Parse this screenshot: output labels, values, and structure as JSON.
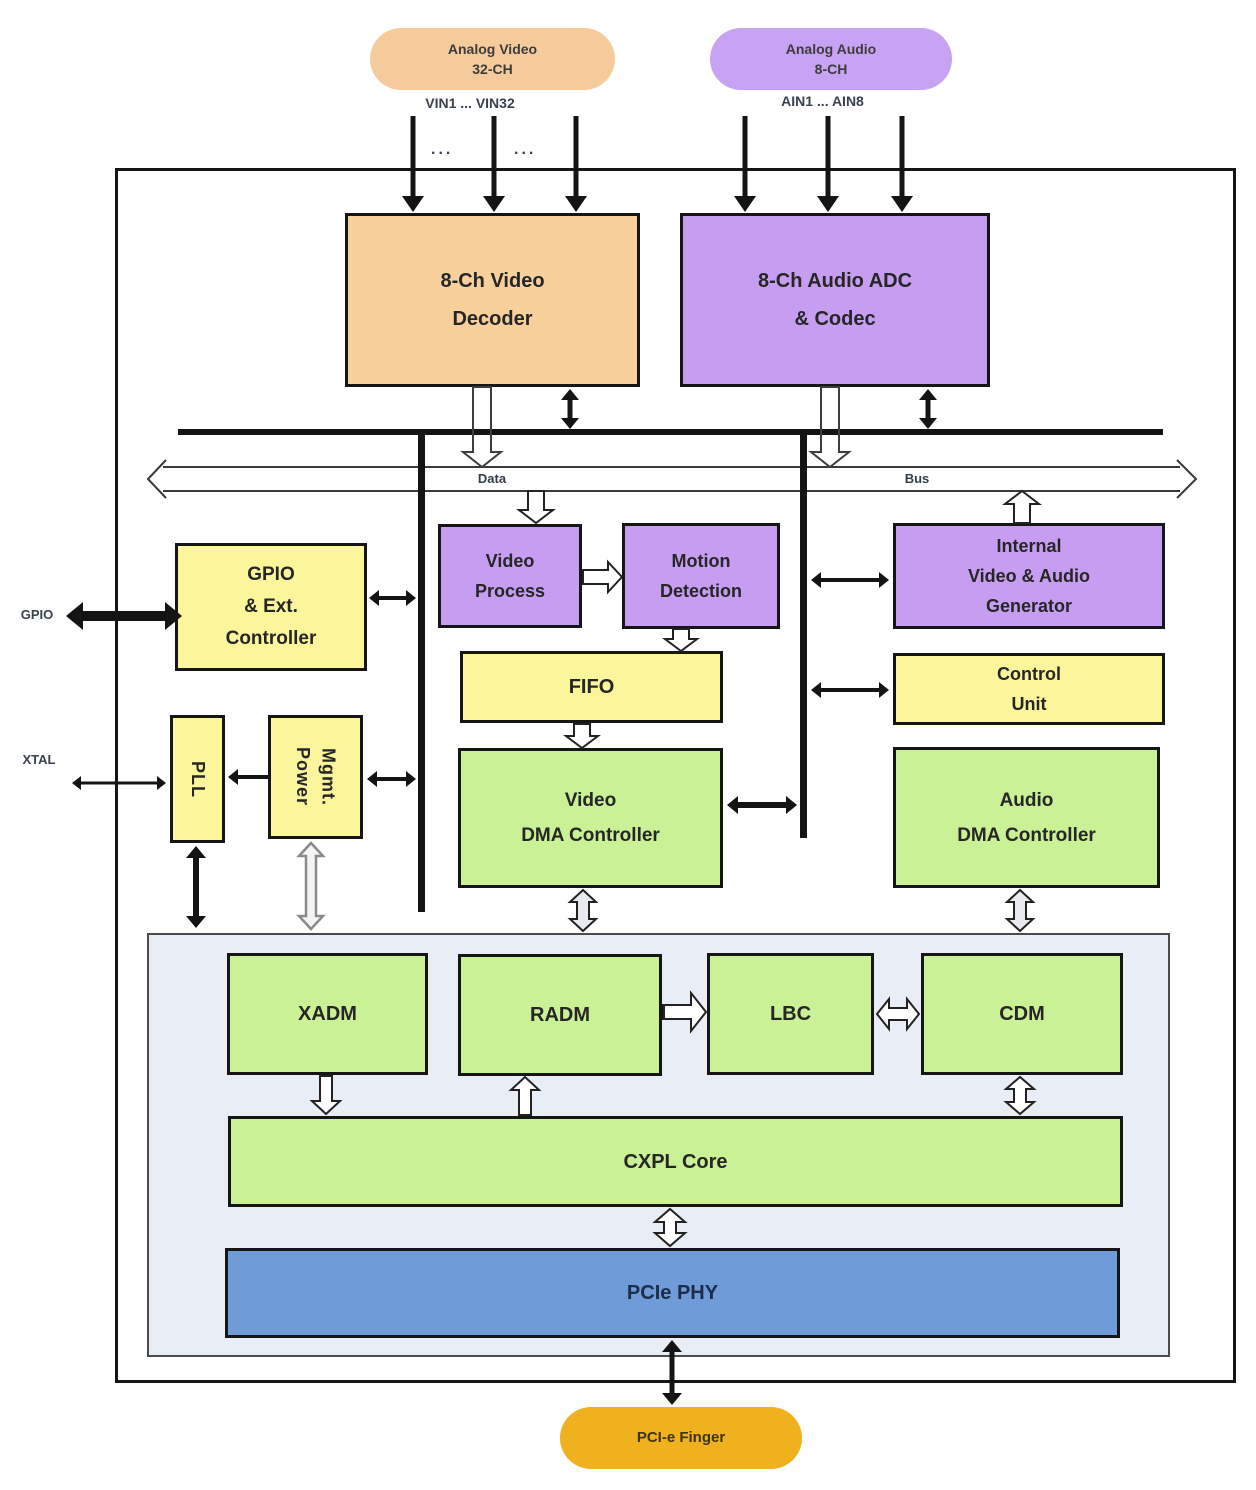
{
  "title": "Video/Audio capture SoC block diagram",
  "inputs": {
    "video_pill": [
      "Analog Video",
      "32-CH"
    ],
    "audio_pill": [
      "Analog Audio",
      "8-CH"
    ],
    "video_pins": "VIN1 ... VIN32",
    "audio_pins": "AIN1 ... AIN8",
    "ellipsis": "..."
  },
  "external_labels": {
    "gpio": "GPIO",
    "xtal": "XTAL"
  },
  "bus": {
    "data": "Data",
    "bus": "Bus"
  },
  "blocks": {
    "video_decoder": [
      "8-Ch Video",
      "Decoder"
    ],
    "audio_adc": [
      "8-Ch Audio ADC",
      "& Codec"
    ],
    "gpio_controller": [
      "GPIO",
      "& Ext.",
      "Controller"
    ],
    "video_process": [
      "Video",
      "Process"
    ],
    "motion_detection": [
      "Motion",
      "Detection"
    ],
    "internal_generator": [
      "Internal",
      "Video & Audio",
      "Generator"
    ],
    "fifo": [
      "FIFO"
    ],
    "control_unit": [
      "Control",
      "Unit"
    ],
    "video_dma": [
      "Video",
      "DMA Controller"
    ],
    "audio_dma": [
      "Audio",
      "DMA Controller"
    ],
    "pll": [
      "PLL"
    ],
    "power_mgmt": [
      "Power",
      "Mgmt."
    ],
    "xadm": [
      "XADM"
    ],
    "radm": [
      "RADM"
    ],
    "lbc": [
      "LBC"
    ],
    "cdm": [
      "CDM"
    ],
    "cxpl_core": [
      "CXPL Core"
    ],
    "pcie_phy": [
      "PCIe PHY"
    ],
    "pcie_finger": [
      "PCI-e Finger"
    ]
  },
  "colors": {
    "orange_box": "#f8d09c",
    "orange_pill": "#f5cb9c",
    "purple_box": "#c69df1",
    "purple_pill": "#c8a2f3",
    "yellow_box": "#fbf59c",
    "green_box": "#cbf196",
    "blue_box": "#6f9bd9",
    "gold_pill": "#efb11d",
    "panel_bg": "#e9edf6"
  }
}
